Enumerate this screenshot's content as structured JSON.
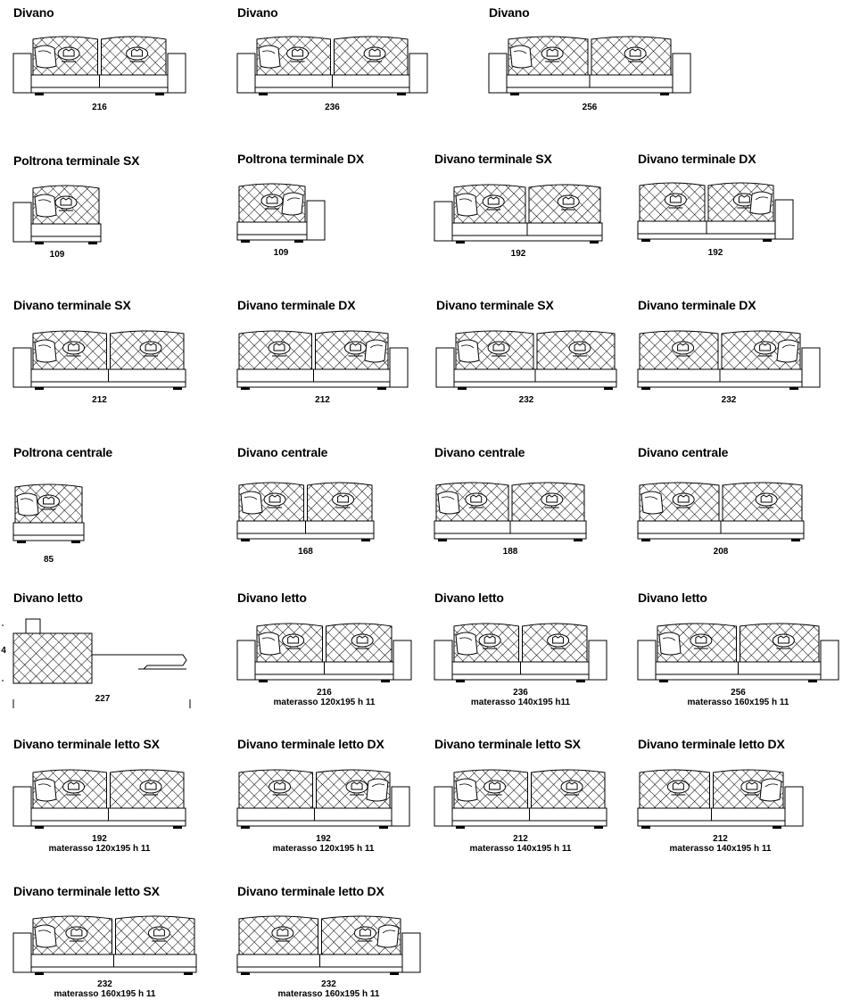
{
  "catalog": {
    "items": [
      {
        "title": "Divano",
        "width": "216",
        "hand": "none",
        "n": 2
      },
      {
        "title": "Divano",
        "width": "236",
        "hand": "none",
        "n": 2
      },
      {
        "title": "Divano",
        "width": "256",
        "hand": "none",
        "n": 2
      },
      {
        "title": "Poltrona terminale SX",
        "width": "109",
        "hand": "sx",
        "n": 1
      },
      {
        "title": "Poltrona terminale DX",
        "width": "109",
        "hand": "dx",
        "n": 1
      },
      {
        "title": "Divano terminale SX",
        "width": "192",
        "hand": "sx",
        "n": 2
      },
      {
        "title": "Divano terminale DX",
        "width": "192",
        "hand": "dx",
        "n": 2
      },
      {
        "title": "Divano terminale SX",
        "width": "212",
        "hand": "sx",
        "n": 2
      },
      {
        "title": "Divano terminale DX",
        "width": "212",
        "hand": "dx",
        "n": 2
      },
      {
        "title": "Divano terminale SX",
        "width": "232",
        "hand": "sx",
        "n": 2
      },
      {
        "title": "Divano terminale DX",
        "width": "232",
        "hand": "dx",
        "n": 2
      },
      {
        "title": "Poltrona   centrale",
        "width": "85",
        "hand": "center",
        "n": 1
      },
      {
        "title": "Divano centrale",
        "width": "168",
        "hand": "center",
        "n": 2
      },
      {
        "title": "Divano centrale",
        "width": "188",
        "hand": "center",
        "n": 2
      },
      {
        "title": "Divano centrale",
        "width": "208",
        "hand": "center",
        "n": 2
      },
      {
        "title": "Divano letto",
        "width": "227",
        "hand": "side",
        "n": 0,
        "side_dim": "4"
      },
      {
        "title": "Divano letto",
        "width": "216",
        "mattress": "materasso 120x195 h 11",
        "hand": "none",
        "n": 2
      },
      {
        "title": "Divano letto",
        "width": "236",
        "mattress": "materasso 140x195 h11",
        "hand": "none",
        "n": 2
      },
      {
        "title": "Divano letto",
        "width": "256",
        "mattress": "materasso 160x195 h 11",
        "hand": "none",
        "n": 2
      },
      {
        "title": "Divano terminale letto SX",
        "width": "192",
        "mattress": "materasso 120x195 h 11",
        "hand": "sx",
        "n": 2
      },
      {
        "title": "Divano terminale letto DX",
        "width": "192",
        "mattress": "materasso 120x195 h 11",
        "hand": "dx",
        "n": 2
      },
      {
        "title": "Divano terminale letto SX",
        "width": "212",
        "mattress": "materasso 140x195 h 11",
        "hand": "sx",
        "n": 2
      },
      {
        "title": "Divano terminale letto  DX",
        "width": "212",
        "mattress": "materasso 140x195 h 11",
        "hand": "dx",
        "n": 2
      },
      {
        "title": "Divano terminale letto SX",
        "width": "232",
        "mattress": "materasso 160x195 h 11",
        "hand": "sx",
        "n": 2
      },
      {
        "title": "Divano terminale letto DX",
        "width": "232",
        "mattress": "materasso 160x195 h 11",
        "hand": "dx",
        "n": 2
      }
    ]
  }
}
